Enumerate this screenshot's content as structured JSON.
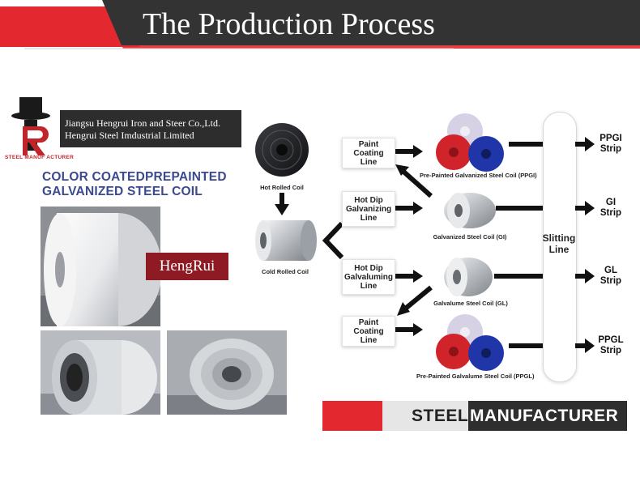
{
  "banner": {
    "title": "The Production Process"
  },
  "company": {
    "logo_caption": "STEEL MANUF ACTURER",
    "line1": "Jiangsu Hengrui Iron and Steer Co.,Ltd.",
    "line2": "Hengrui Steel Imdustrial Limited"
  },
  "product": {
    "title_line1": "COLOR COATEDPREPAINTED",
    "title_line2": "GALVANIZED STEEL COIL",
    "tag": "HengRui"
  },
  "diagram": {
    "hot_rolled": "Hot Rolled Coil",
    "cold_rolled": "Cold Rolled Coil",
    "stages": [
      "Paint Coating\nLine",
      "Hot Dip\nGalvanizing\nLine",
      "Hot Dip\nGalvaluming\nLine",
      "Paint Coating\nLine"
    ],
    "coils": [
      "Pre-Painted Galvanized Steel Coil (PPGI)",
      "Galvanized Steel Coil (GI)",
      "Galvalume Steel Coil (GL)",
      "Pre-Painted Galvalume Steel Coil (PPGL)"
    ],
    "slitting": "Slitting\nLine",
    "outputs": [
      "PPGI\nStrip",
      "GI\nStrip",
      "GL\nStrip",
      "PPGL\nStrip"
    ]
  },
  "footer": {
    "steel": "STEEL",
    "manufacturer": "MANUFACTURER"
  },
  "colors": {
    "brand_red": "#e3282f",
    "dark": "#2e2e2e",
    "title_blue": "#3b4a8f",
    "tag_red": "#8e1a23"
  }
}
